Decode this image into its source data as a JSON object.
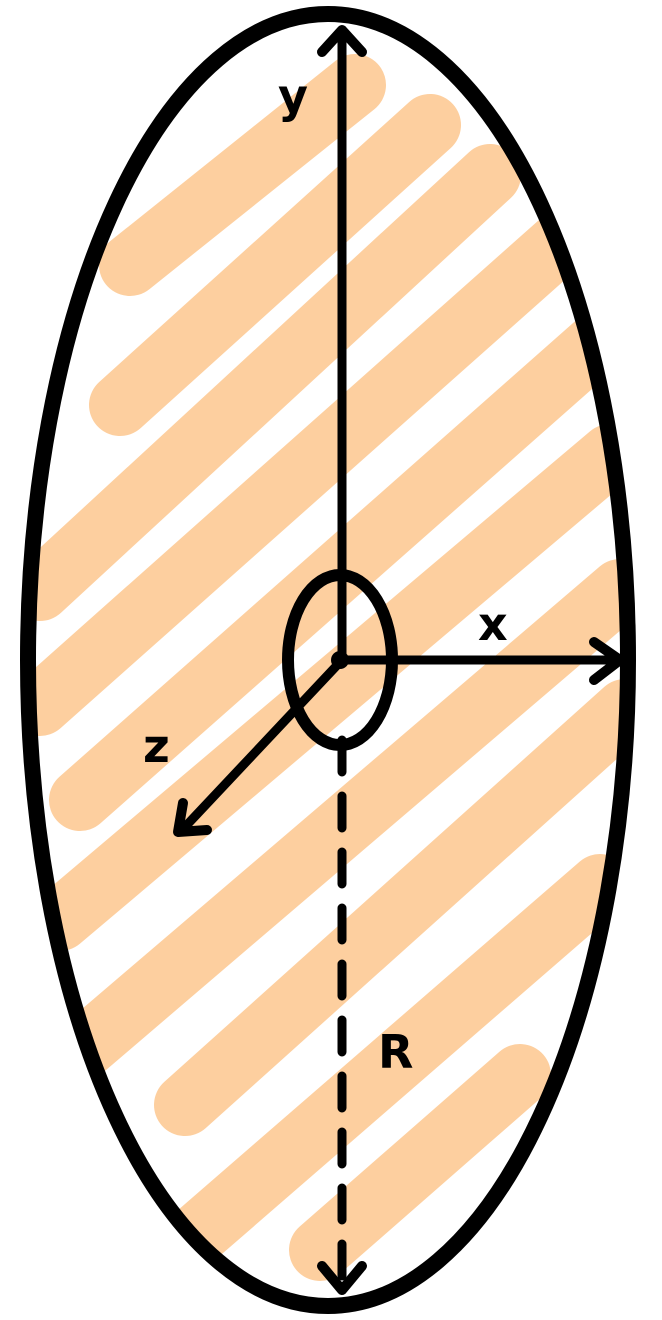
{
  "labels": {
    "y_axis": "y",
    "x_axis": "x",
    "z_axis": "z",
    "radius": "R"
  },
  "colors": {
    "outline": "#000000",
    "hatch": "#fdcf9f",
    "background": "#ffffff"
  }
}
